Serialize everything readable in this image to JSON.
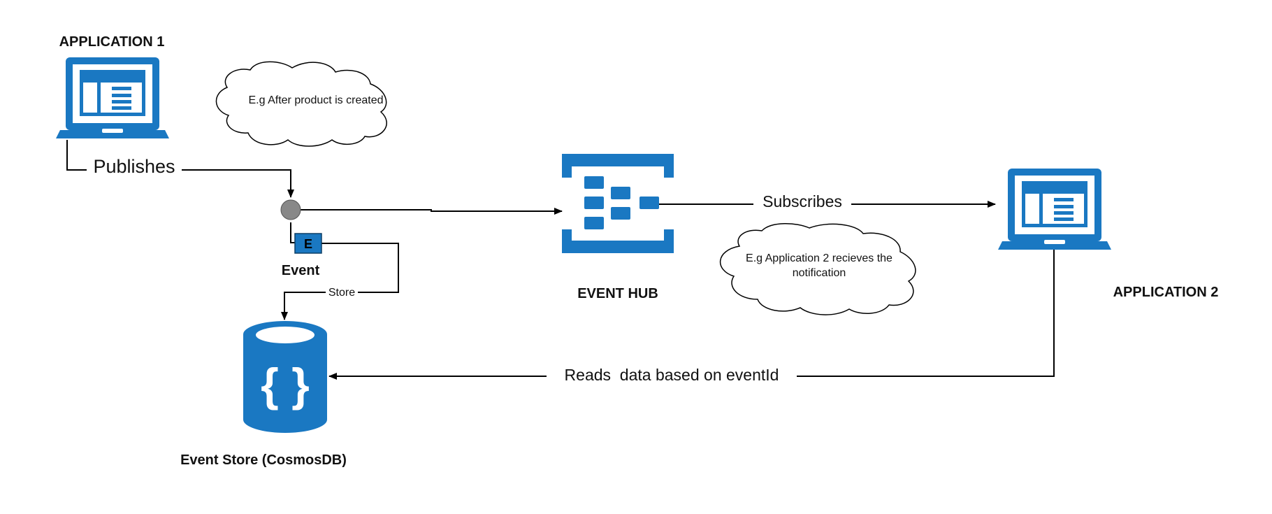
{
  "nodes": {
    "application_1": {
      "label": "APPLICATION 1",
      "icon": "laptop-icon"
    },
    "application_2": {
      "label": "APPLICATION 2",
      "icon": "laptop-icon"
    },
    "event_hub": {
      "label": "EVENT HUB",
      "icon": "event-hub-icon"
    },
    "event": {
      "label": "Event",
      "badge": "E",
      "icon": "event-icon"
    },
    "event_store": {
      "label": "Event Store (CosmosDB)",
      "icon": "cosmos-db-icon",
      "glyph": "{ }"
    }
  },
  "edges": {
    "publishes": "Publishes",
    "subscribes": "Subscribes",
    "store": "Store",
    "reads": "Reads  data based on eventId"
  },
  "notes": {
    "note_1": "E.g After product is created",
    "note_2_line1": "E.g Application 2 recieves the",
    "note_2_line2": "notification"
  },
  "colors": {
    "azure_blue": "#1a78c2",
    "junction_gray": "#888888",
    "line": "#000000"
  }
}
